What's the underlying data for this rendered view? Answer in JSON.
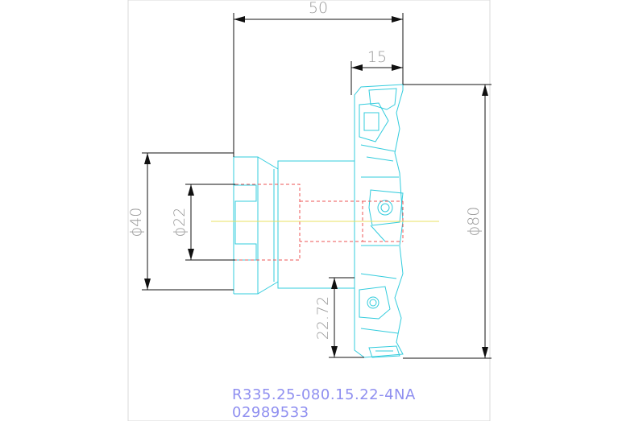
{
  "drawing": {
    "dimensions": {
      "overall_length": "50",
      "insert_width": "15",
      "shank_diameter": "ϕ40",
      "bore_diameter": "ϕ22",
      "cutter_diameter": "ϕ80",
      "offset": "22.72"
    },
    "part_number": "R335.25-080.15.22-4NA",
    "order_code": "02989533"
  },
  "colors": {
    "outline": "#33ccdd",
    "hidden": "#ee5555",
    "centerline": "#e8e060",
    "dimension": "#111111",
    "dim_text": "#9a9a9a",
    "caption": "#8f8ff0"
  }
}
